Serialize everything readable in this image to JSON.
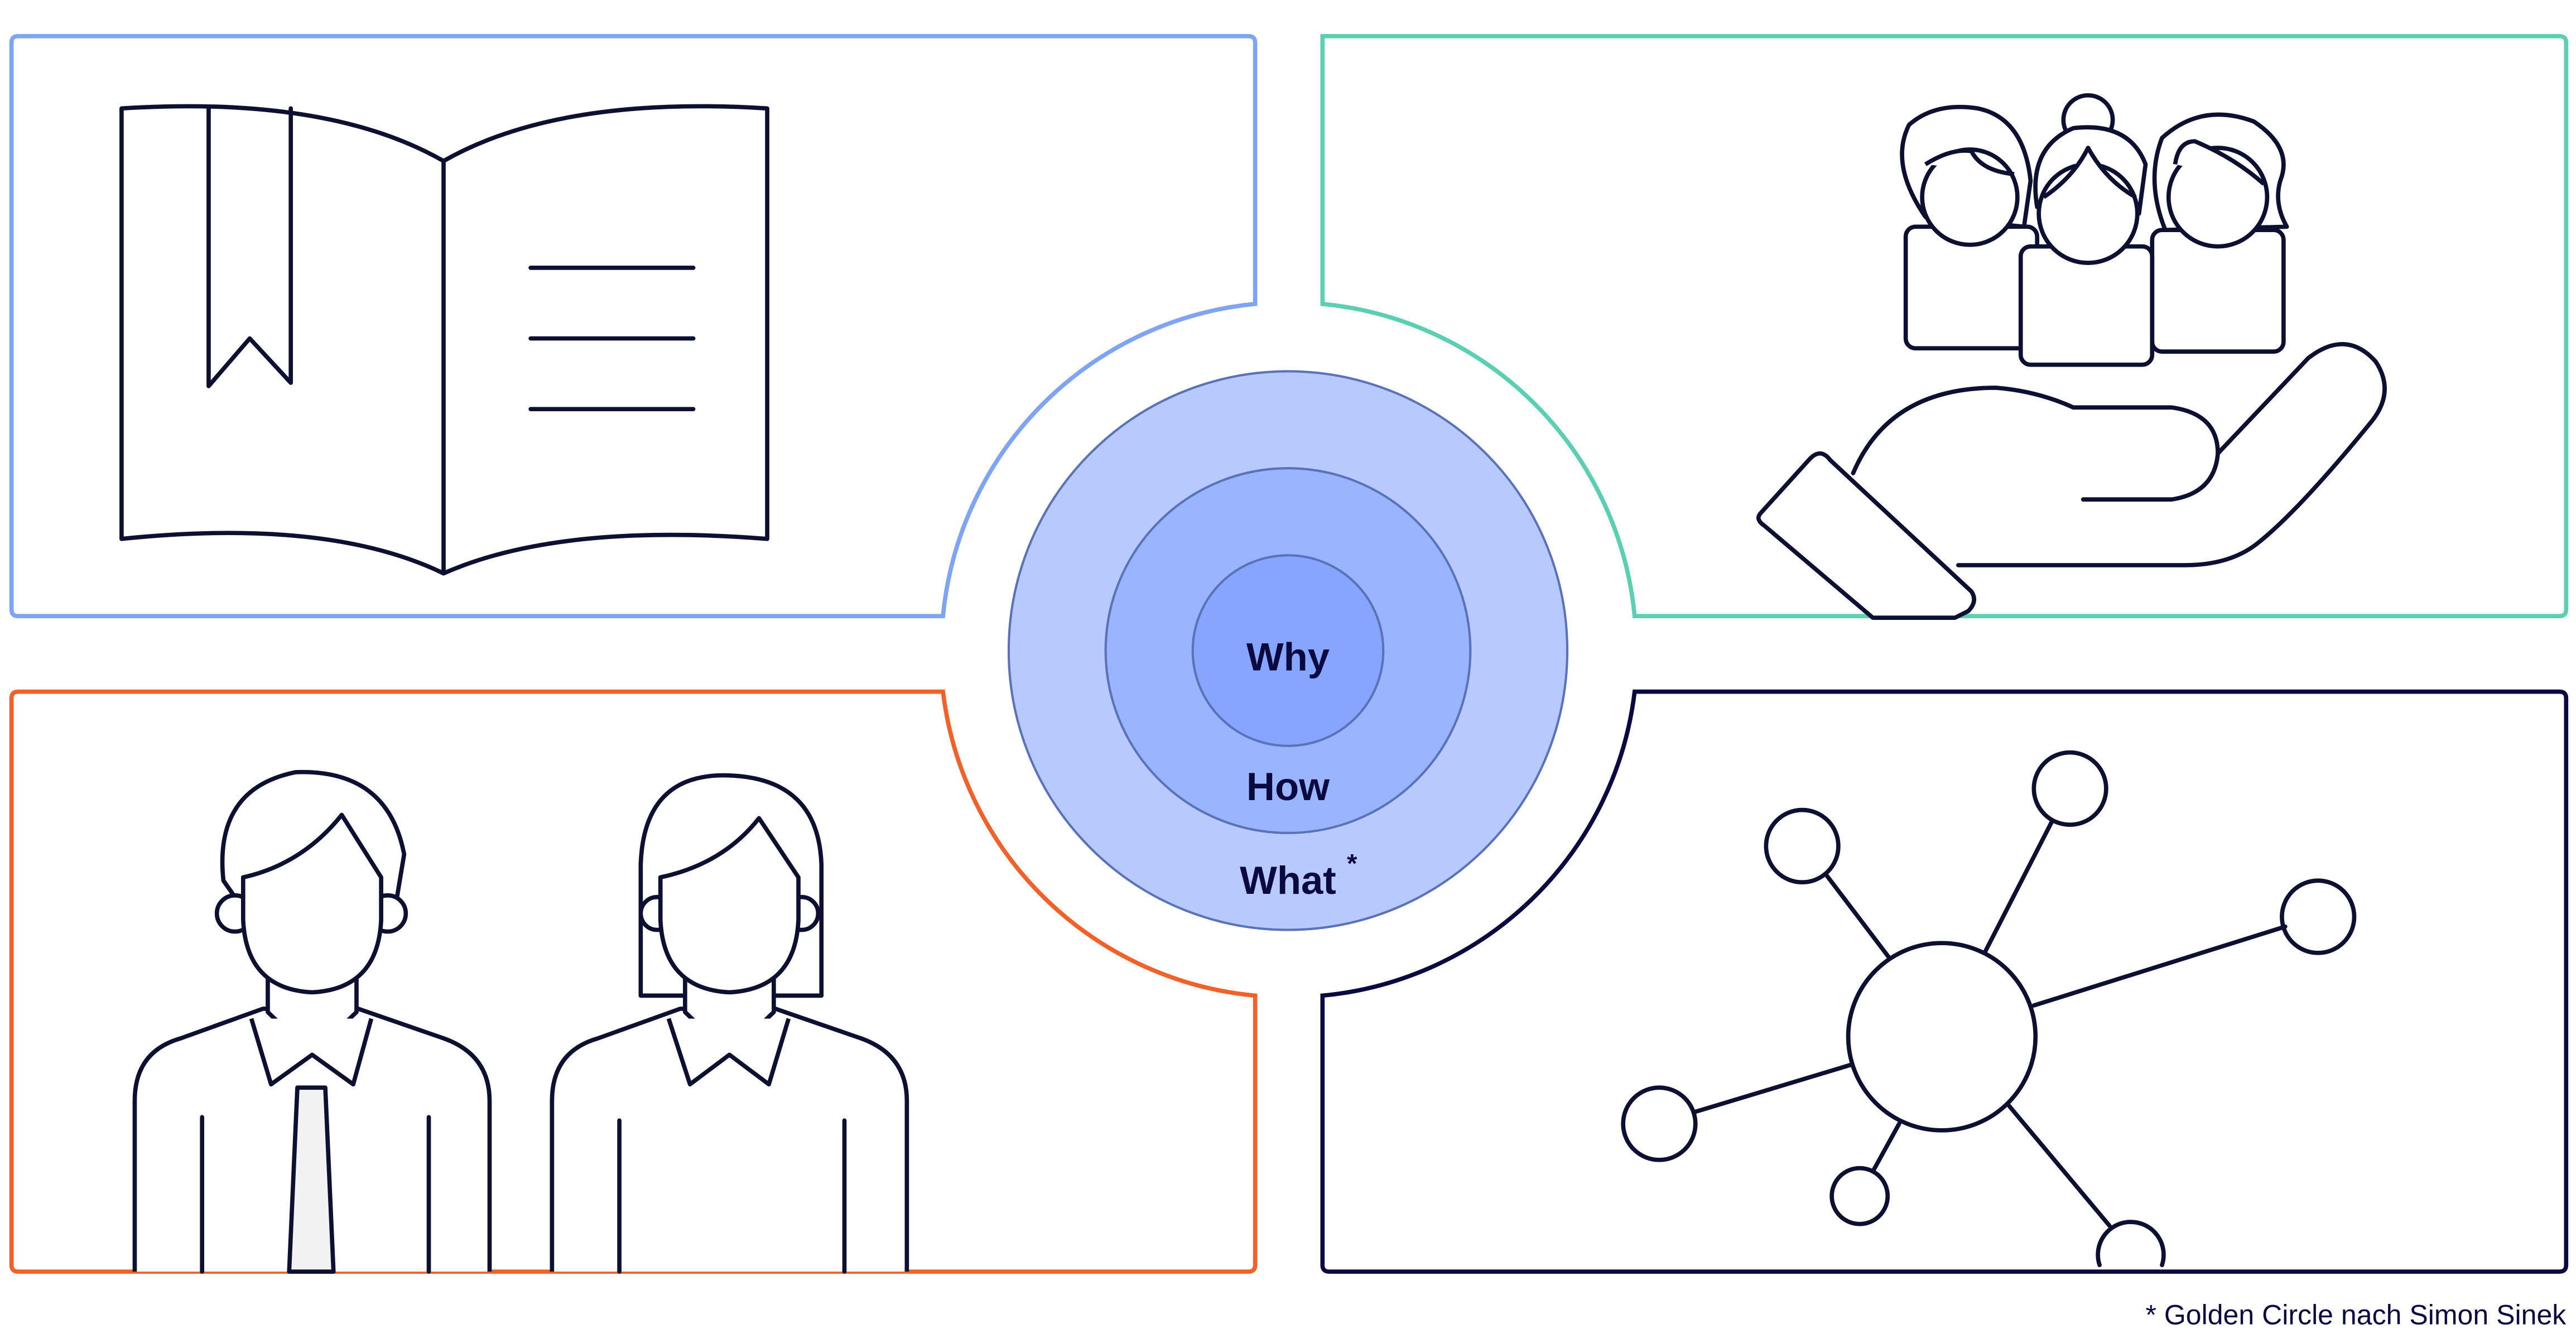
{
  "golden_circle": {
    "why": "Why",
    "how": "How",
    "what": "What",
    "what_marker": "*"
  },
  "footnote": "* Golden Circle nach Simon Sinek",
  "colors": {
    "panel_top_left": "#7fa3f5",
    "panel_top_right": "#5ccfb3",
    "panel_bottom_left": "#f0622a",
    "panel_bottom_right": "#0a0a40",
    "circle_outer": "#b7c9fd",
    "circle_middle": "#9ab4fd",
    "circle_inner": "#86a6fd",
    "circle_stroke": "#5a72b8",
    "text": "#0a0a40"
  },
  "icons": {
    "top_left": "open-book-icon",
    "top_right": "hand-holding-people-icon",
    "bottom_left": "business-people-icon",
    "bottom_right": "network-icon"
  }
}
